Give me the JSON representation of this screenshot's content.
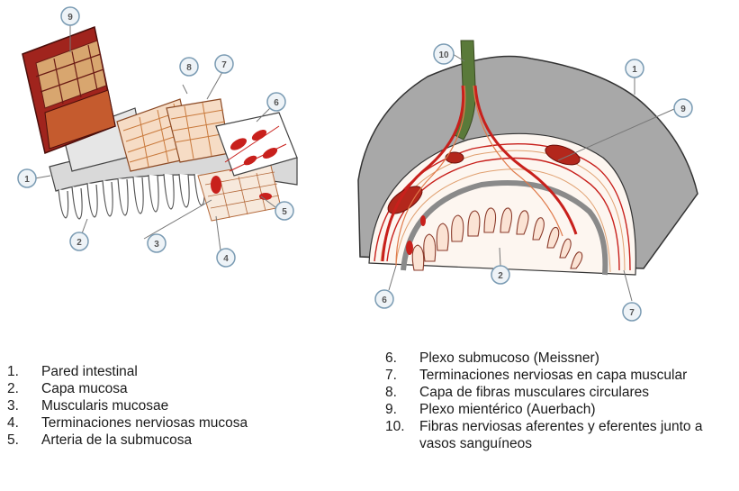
{
  "figure": {
    "callouts_left": [
      "9",
      "8",
      "7",
      "6",
      "1",
      "2",
      "3",
      "4",
      "5"
    ],
    "callouts_right": [
      "10",
      "1",
      "9",
      "2",
      "6",
      "7"
    ]
  },
  "legend": {
    "left": [
      {
        "num": "1.",
        "text": "Pared intestinal"
      },
      {
        "num": "2.",
        "text": "Capa mucosa"
      },
      {
        "num": "3.",
        "text": "Muscularis mucosae"
      },
      {
        "num": "4.",
        "text": "Terminaciones nerviosas mucosa"
      },
      {
        "num": "5.",
        "text": "Arteria de la submucosa"
      }
    ],
    "right": [
      {
        "num": "6.",
        "text": "Plexo submucoso (Meissner)"
      },
      {
        "num": "7.",
        "text": "Terminaciones nerviosas en capa muscular"
      },
      {
        "num": "8.",
        "text": "Capa de fibras musculares circulares"
      },
      {
        "num": "9.",
        "text": "Plexo mientérico (Auerbach)"
      },
      {
        "num": "10.",
        "text": "Fibras nerviosas aferentes y eferentes junto a vasos sanguíneos"
      }
    ]
  }
}
